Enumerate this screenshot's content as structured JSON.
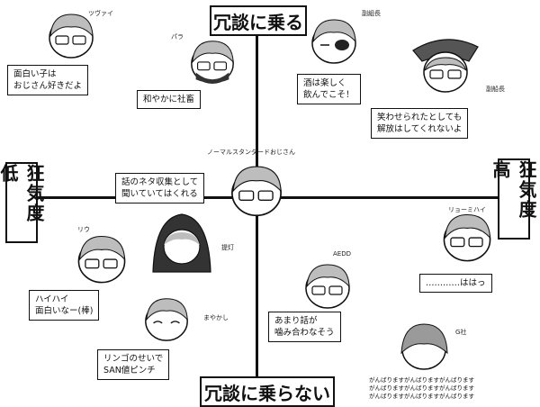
{
  "axes": {
    "top": "冗談に乗る",
    "bottom": "冗談に乗らない",
    "left": "狂気度低",
    "right": "狂気度高"
  },
  "center": {
    "name": "ノーマルスタンダードおじさん",
    "bubble": "話のネタ収集として\n聞いていてはくれる"
  },
  "characters": [
    {
      "name": "ツヴァイ",
      "bubble": "面白い子は\nおじさん好きだよ"
    },
    {
      "name": "パラ",
      "bubble": "和やかに社畜"
    },
    {
      "name": "副組長",
      "bubble": "酒は楽しく\n飲んでこそ！"
    },
    {
      "name": "副船長",
      "bubble": "笑わせられたとしても\n解放はしてくれないよ"
    },
    {
      "name": "提灯",
      "bubble": ""
    },
    {
      "name": "リウ",
      "bubble": "ハイハイ\n面白いなー(棒)"
    },
    {
      "name": "まやかし",
      "bubble": "リンゴのせいで\nSAN値ピンチ"
    },
    {
      "name": "リョーミハイ",
      "bubble": "…………ははっ"
    },
    {
      "name": "AEDD",
      "bubble": "あまり話が\n噛み合わなそう"
    },
    {
      "name": "G社",
      "bubble": "がんばりますがんばりますがんばります\nがんばりますがんばりますがんばります\nがんばりますがんばりますがんばります"
    }
  ]
}
